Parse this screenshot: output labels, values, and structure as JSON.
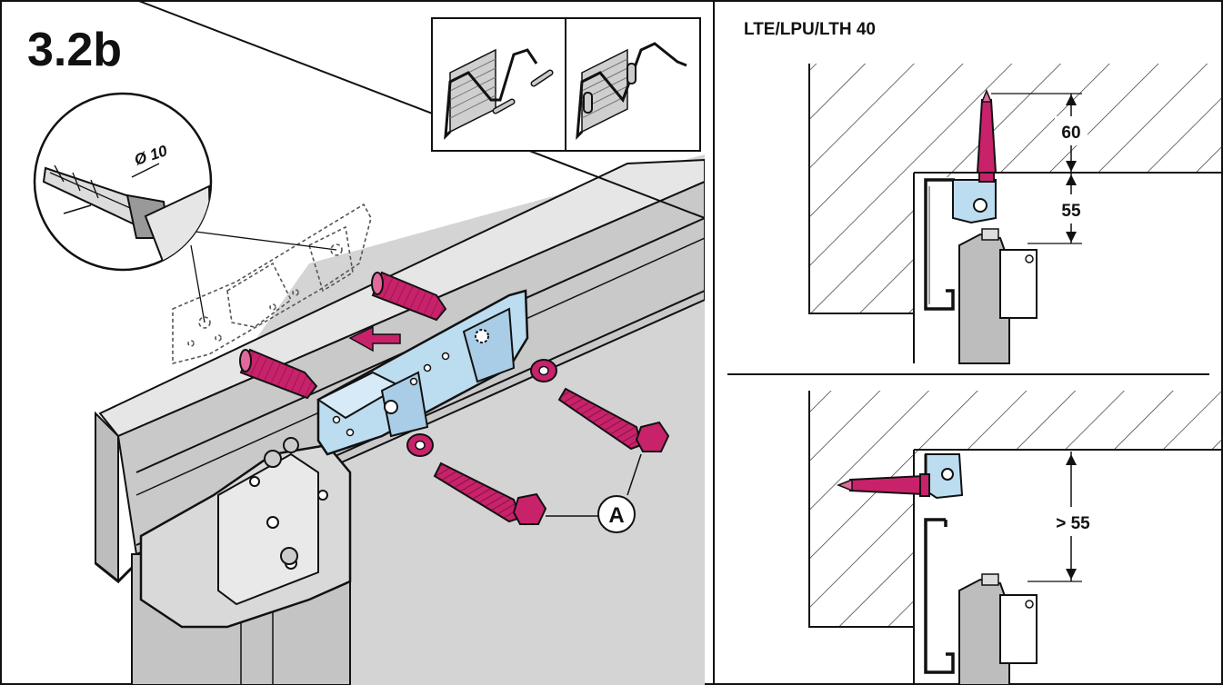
{
  "step_number": "3.2b",
  "variant_title": "LTE/LPU/LTH 40",
  "drill": {
    "diameter_label": "Ø 10"
  },
  "callouts": {
    "screw_label": "A"
  },
  "dimensions": {
    "upper": {
      "anchor_depth": "60",
      "clearance": "55"
    },
    "lower": {
      "clearance": "> 55"
    }
  },
  "colors": {
    "accent_magenta": "#c8226b",
    "bracket_blue": "#bcdcf0",
    "rail_grey": "#cfcfcf",
    "line_black": "#111111"
  }
}
